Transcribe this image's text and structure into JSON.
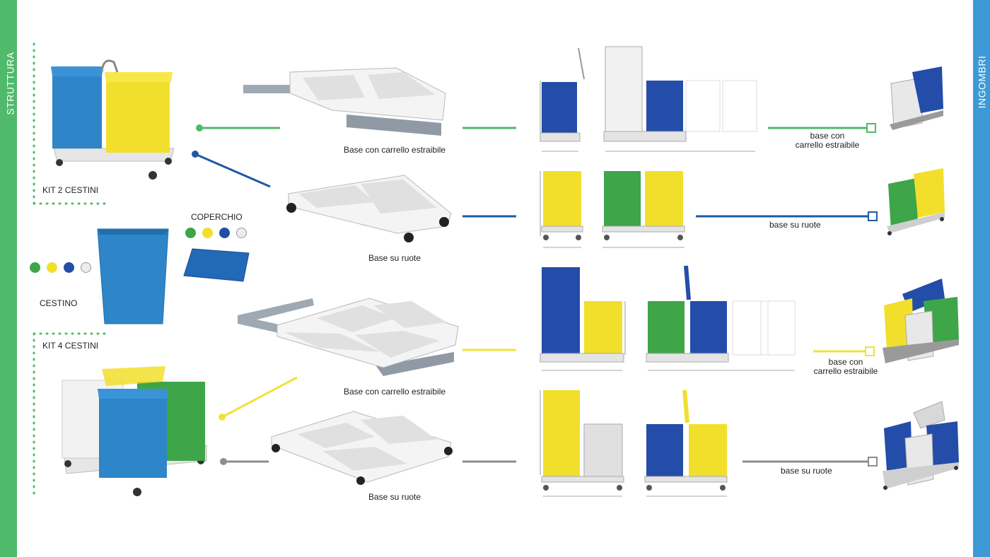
{
  "sidebar_left": {
    "label": "STRUTTURA",
    "color": "#4fba6b"
  },
  "sidebar_right": {
    "label": "INGOMBRI",
    "color": "#3e9ad6"
  },
  "left": {
    "kit2_label": "KIT 2 CESTINI",
    "kit4_label": "KIT 4 CESTINI",
    "cestino_label": "CESTINO",
    "coperchio_label": "COPERCHIO"
  },
  "center": {
    "row1_label": "Base con carrello estraibile",
    "row2_label": "Base su ruote",
    "row3_label": "Base con carrello estraibile",
    "row4_label": "Base su ruote"
  },
  "right": {
    "row1_line1": "base con",
    "row1_line2": "carrello estraibile",
    "row2_label": "base su ruote",
    "row3_line1": "base con",
    "row3_line2": "carrello estraibile",
    "row4_label": "base su ruote"
  },
  "colors": {
    "green": "#3ea548",
    "yellow": "#f2df2c",
    "blue": "#234da8",
    "lightblue": "#2e86c8",
    "gray": "#d8d8d8",
    "line_green": "#4fba6b",
    "line_blue": "#1d5aa6",
    "line_yellow": "#f1e13a",
    "line_gray": "#8c8c8c"
  },
  "color_options": [
    "green",
    "yellow",
    "blue",
    "white"
  ]
}
